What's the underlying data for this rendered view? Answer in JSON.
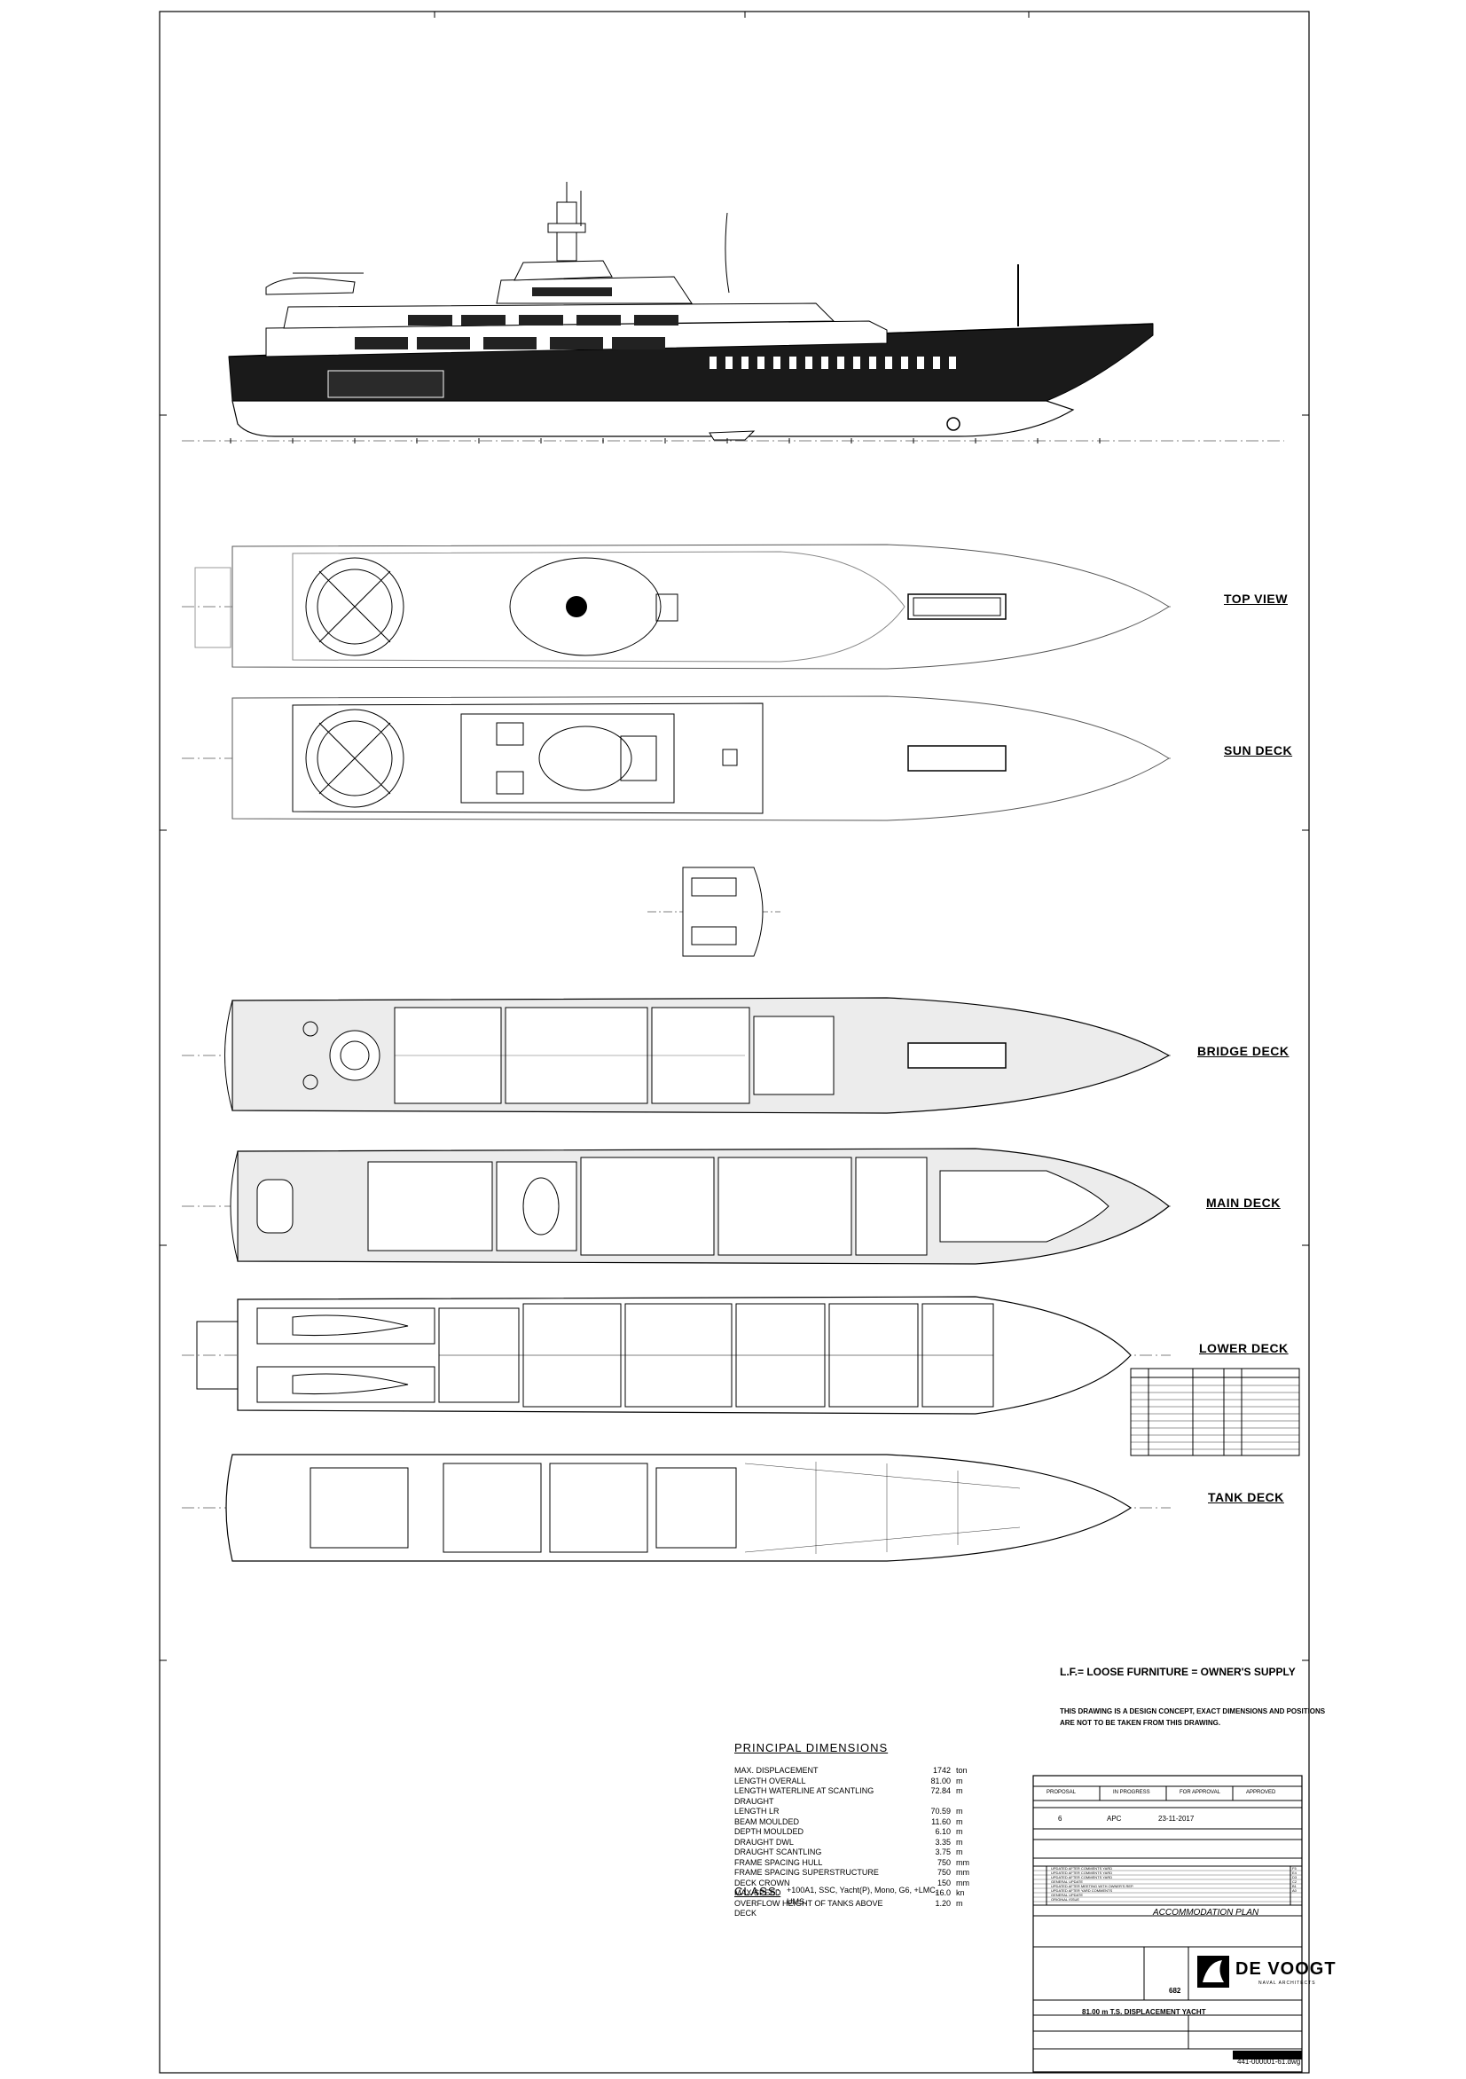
{
  "deck_labels": {
    "top_view": "TOP VIEW",
    "sun_deck": "SUN DECK",
    "bridge_deck": "BRIDGE DECK",
    "main_deck": "MAIN DECK",
    "lower_deck": "LOWER DECK",
    "tank_deck": "TANK DECK"
  },
  "notes": {
    "loose_furniture": "L.F.= LOOSE FURNITURE = OWNER'S SUPPLY",
    "disclaimer_line1": "THIS DRAWING IS A DESIGN CONCEPT, EXACT DIMENSIONS AND POSITIONS",
    "disclaimer_line2": "ARE NOT TO BE TAKEN FROM THIS DRAWING."
  },
  "principal_dimensions": {
    "title": "PRINCIPAL  DIMENSIONS",
    "rows": [
      {
        "label": "MAX. DISPLACEMENT",
        "value": "1742",
        "unit": "ton"
      },
      {
        "label": "LENGTH OVERALL",
        "value": "81.00",
        "unit": "m"
      },
      {
        "label": "LENGTH WATERLINE AT SCANTLING DRAUGHT",
        "value": "72.84",
        "unit": "m"
      },
      {
        "label": "LENGTH LR",
        "value": "70.59",
        "unit": "m"
      },
      {
        "label": "BEAM MOULDED",
        "value": "11.60",
        "unit": "m"
      },
      {
        "label": "DEPTH MOULDED",
        "value": "6.10",
        "unit": "m"
      },
      {
        "label": "DRAUGHT DWL",
        "value": "3.35",
        "unit": "m"
      },
      {
        "label": "DRAUGHT SCANTLING",
        "value": "3.75",
        "unit": "m"
      },
      {
        "label": "FRAME SPACING HULL",
        "value": "750",
        "unit": "mm"
      },
      {
        "label": "FRAME SPACING SUPERSTRUCTURE",
        "value": "750",
        "unit": "mm"
      },
      {
        "label": "DECK CROWN",
        "value": "150",
        "unit": "mm"
      },
      {
        "label": "MAX SPEED",
        "value": "16.0",
        "unit": "kn"
      },
      {
        "label": "OVERFLOW HEIGHT OF TANKS ABOVE DECK",
        "value": "1.20",
        "unit": "m"
      }
    ],
    "class_label": "CLASS:",
    "class_value": "+100A1, SSC, Yacht(P), Mono, G6, +LMC, UMS."
  },
  "title_block": {
    "status_cells": [
      "PROPOSAL",
      "IN PROGRESS",
      "FOR APPROVAL",
      "APPROVED"
    ],
    "sheet_row": [
      "6",
      "APC",
      "23-11-2017"
    ],
    "revisions": [
      {
        "rev": "F5",
        "text": "UPDATED AFTER COMMENTS YARD"
      },
      {
        "rev": "E4",
        "text": "UPDATED AFTER COMMENTS YARD"
      },
      {
        "rev": "D3",
        "text": "UPDATED AFTER COMMENTS YARD"
      },
      {
        "rev": "C2",
        "text": "GENERAL UPDATE"
      },
      {
        "rev": "B1",
        "text": "UPDATED AFTER MEETING WITH OWNER'S REP."
      },
      {
        "rev": "A0",
        "text": "UPDATED AFTER YARD COMMENTS"
      },
      {
        "rev": "",
        "text": "GENERAL UPDATE"
      },
      {
        "rev": "",
        "text": "ORIGINAL ISSUE"
      }
    ],
    "drawing_title": "ACCOMMODATION PLAN",
    "yacht_name": "81.00 m T.S. DISPLACEMENT YACHT",
    "project": "682",
    "logo": "DE VOOGT",
    "logo_sub": "NAVAL ARCHITECTS",
    "drawing_number": "441-000001-61.dwg"
  }
}
